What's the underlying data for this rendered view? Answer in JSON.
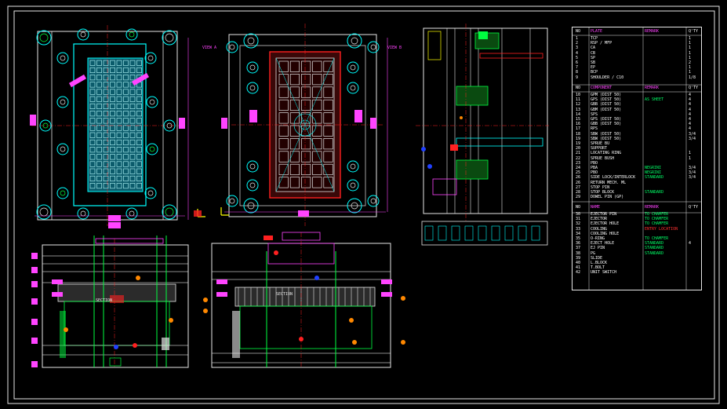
{
  "colors": {
    "background": "#000000",
    "frame": "#e6e6e6",
    "cyan": "#00ffff",
    "magenta": "#ff44ff",
    "green": "#00ff40",
    "red": "#ff2020",
    "yellow": "#ffff00",
    "orange": "#ff8800",
    "blue": "#2040ff",
    "white": "#ffffff"
  },
  "views": {
    "view_a_label": "VIEW A",
    "view_b_label": "VIEW B",
    "section_1_label": "SECTION",
    "section_2_label": "SECTION"
  },
  "table": {
    "plate_header": {
      "no": "NO",
      "name": "PLATE",
      "remark": "REMARK",
      "qty": "Q'TY"
    },
    "plates": [
      {
        "no": "1",
        "name": "TCP",
        "remark": "",
        "qty": "1"
      },
      {
        "no": "2",
        "name": "RSP / MFP",
        "remark": "",
        "qty": "1"
      },
      {
        "no": "3",
        "name": "CA",
        "remark": "",
        "qty": "1"
      },
      {
        "no": "4",
        "name": "CB",
        "remark": "",
        "qty": "1"
      },
      {
        "no": "5",
        "name": "SP",
        "remark": "",
        "qty": "1"
      },
      {
        "no": "6",
        "name": "SB",
        "remark": "",
        "qty": "2"
      },
      {
        "no": "7",
        "name": "EP",
        "remark": "",
        "qty": "1"
      },
      {
        "no": "8",
        "name": "BCP",
        "remark": "",
        "qty": "1"
      },
      {
        "no": "9",
        "name": "SHOULDER / C10",
        "remark": "",
        "qty": "1/8"
      }
    ],
    "component_header": {
      "no": "NO",
      "name": "COMPONENT",
      "remark": "REMARK",
      "qty": "Q'TY"
    },
    "components": [
      {
        "no": "10",
        "name": "GPM (DIST 50)",
        "remark": "",
        "qty": "4"
      },
      {
        "no": "11",
        "name": "GPS (DIST 50)",
        "remark": "AS SHEET",
        "qty": "4"
      },
      {
        "no": "12",
        "name": "GBB (DIST 50)",
        "remark": "",
        "qty": "4"
      },
      {
        "no": "13",
        "name": "GBM (DIST 50)",
        "remark": "",
        "qty": "4"
      },
      {
        "no": "14",
        "name": "SPS",
        "remark": "",
        "qty": "4"
      },
      {
        "no": "15",
        "name": "GPS (DIST 50)",
        "remark": "",
        "qty": "4"
      },
      {
        "no": "16",
        "name": "GBB (DIST 50)",
        "remark": "",
        "qty": "4"
      },
      {
        "no": "17",
        "name": "RPS",
        "remark": "",
        "qty": "4"
      },
      {
        "no": "18",
        "name": "SBW (DIST 50)",
        "remark": "",
        "qty": "3/4"
      },
      {
        "no": "19",
        "name": "SBW (DIST 50)",
        "remark": "",
        "qty": "3/4"
      },
      {
        "no": "19",
        "name": "SPRUE BU",
        "remark": "",
        "qty": ""
      },
      {
        "no": "20",
        "name": "SUPPORT",
        "remark": "",
        "qty": ""
      },
      {
        "no": "21",
        "name": "LOCATING RING",
        "remark": "",
        "qty": "1"
      },
      {
        "no": "22",
        "name": "SPRUE BUSH",
        "remark": "",
        "qty": "1"
      },
      {
        "no": "23",
        "name": "PBO",
        "remark": "",
        "qty": ""
      },
      {
        "no": "24",
        "name": "PBA",
        "remark": "NEGRINI",
        "qty": "3/4"
      },
      {
        "no": "25",
        "name": "PBO",
        "remark": "NEGRINI",
        "qty": "3/4"
      },
      {
        "no": "26",
        "name": "SIDE LOCK/INTERLOCK",
        "remark": "STANDARD",
        "qty": "3/4"
      },
      {
        "no": "26",
        "name": "RETURN MECH. ML",
        "remark": "",
        "qty": ""
      },
      {
        "no": "27",
        "name": "STOP PIN",
        "remark": "",
        "qty": ""
      },
      {
        "no": "28",
        "name": "STOP BLOCK",
        "remark": "STANDARD",
        "qty": ""
      },
      {
        "no": "29",
        "name": "DOWEL PIN (GP)",
        "remark": "",
        "qty": ""
      }
    ],
    "other_header": {
      "no": "NO",
      "name": "NAME",
      "remark": "REMARK",
      "qty": "Q'TY"
    },
    "others": [
      {
        "no": "30",
        "name": "EJECTOR PIN",
        "remark": "TO CHAMFER",
        "qty": ""
      },
      {
        "no": "31",
        "name": "EJECTOR",
        "remark": "TO CHAMFER",
        "qty": ""
      },
      {
        "no": "32",
        "name": "EJECTOR HOLE",
        "remark": "TO CHAMFER",
        "qty": ""
      },
      {
        "no": "33",
        "name": "COOLING",
        "remark": "ENTRY LOCATION",
        "qty": "",
        "remark_red": true
      },
      {
        "no": "34",
        "name": "COOLING HOLE",
        "remark": "",
        "qty": ""
      },
      {
        "no": "35",
        "name": "O-RING",
        "remark": "TO CHAMFER",
        "qty": ""
      },
      {
        "no": "36",
        "name": "EJECT HOLE",
        "remark": "STANDARD",
        "qty": "4"
      },
      {
        "no": "37",
        "name": "EJ PIN",
        "remark": "STANDARD",
        "qty": ""
      },
      {
        "no": "38",
        "name": "PG",
        "remark": "STANDARD",
        "qty": ""
      },
      {
        "no": "39",
        "name": "SLIDE",
        "remark": "",
        "qty": ""
      },
      {
        "no": "40",
        "name": "L.BLOCK",
        "remark": "",
        "qty": ""
      },
      {
        "no": "41",
        "name": "T.BOLT",
        "remark": "",
        "qty": ""
      },
      {
        "no": "42",
        "name": "UNIT SWITCH",
        "remark": "",
        "qty": ""
      }
    ]
  }
}
